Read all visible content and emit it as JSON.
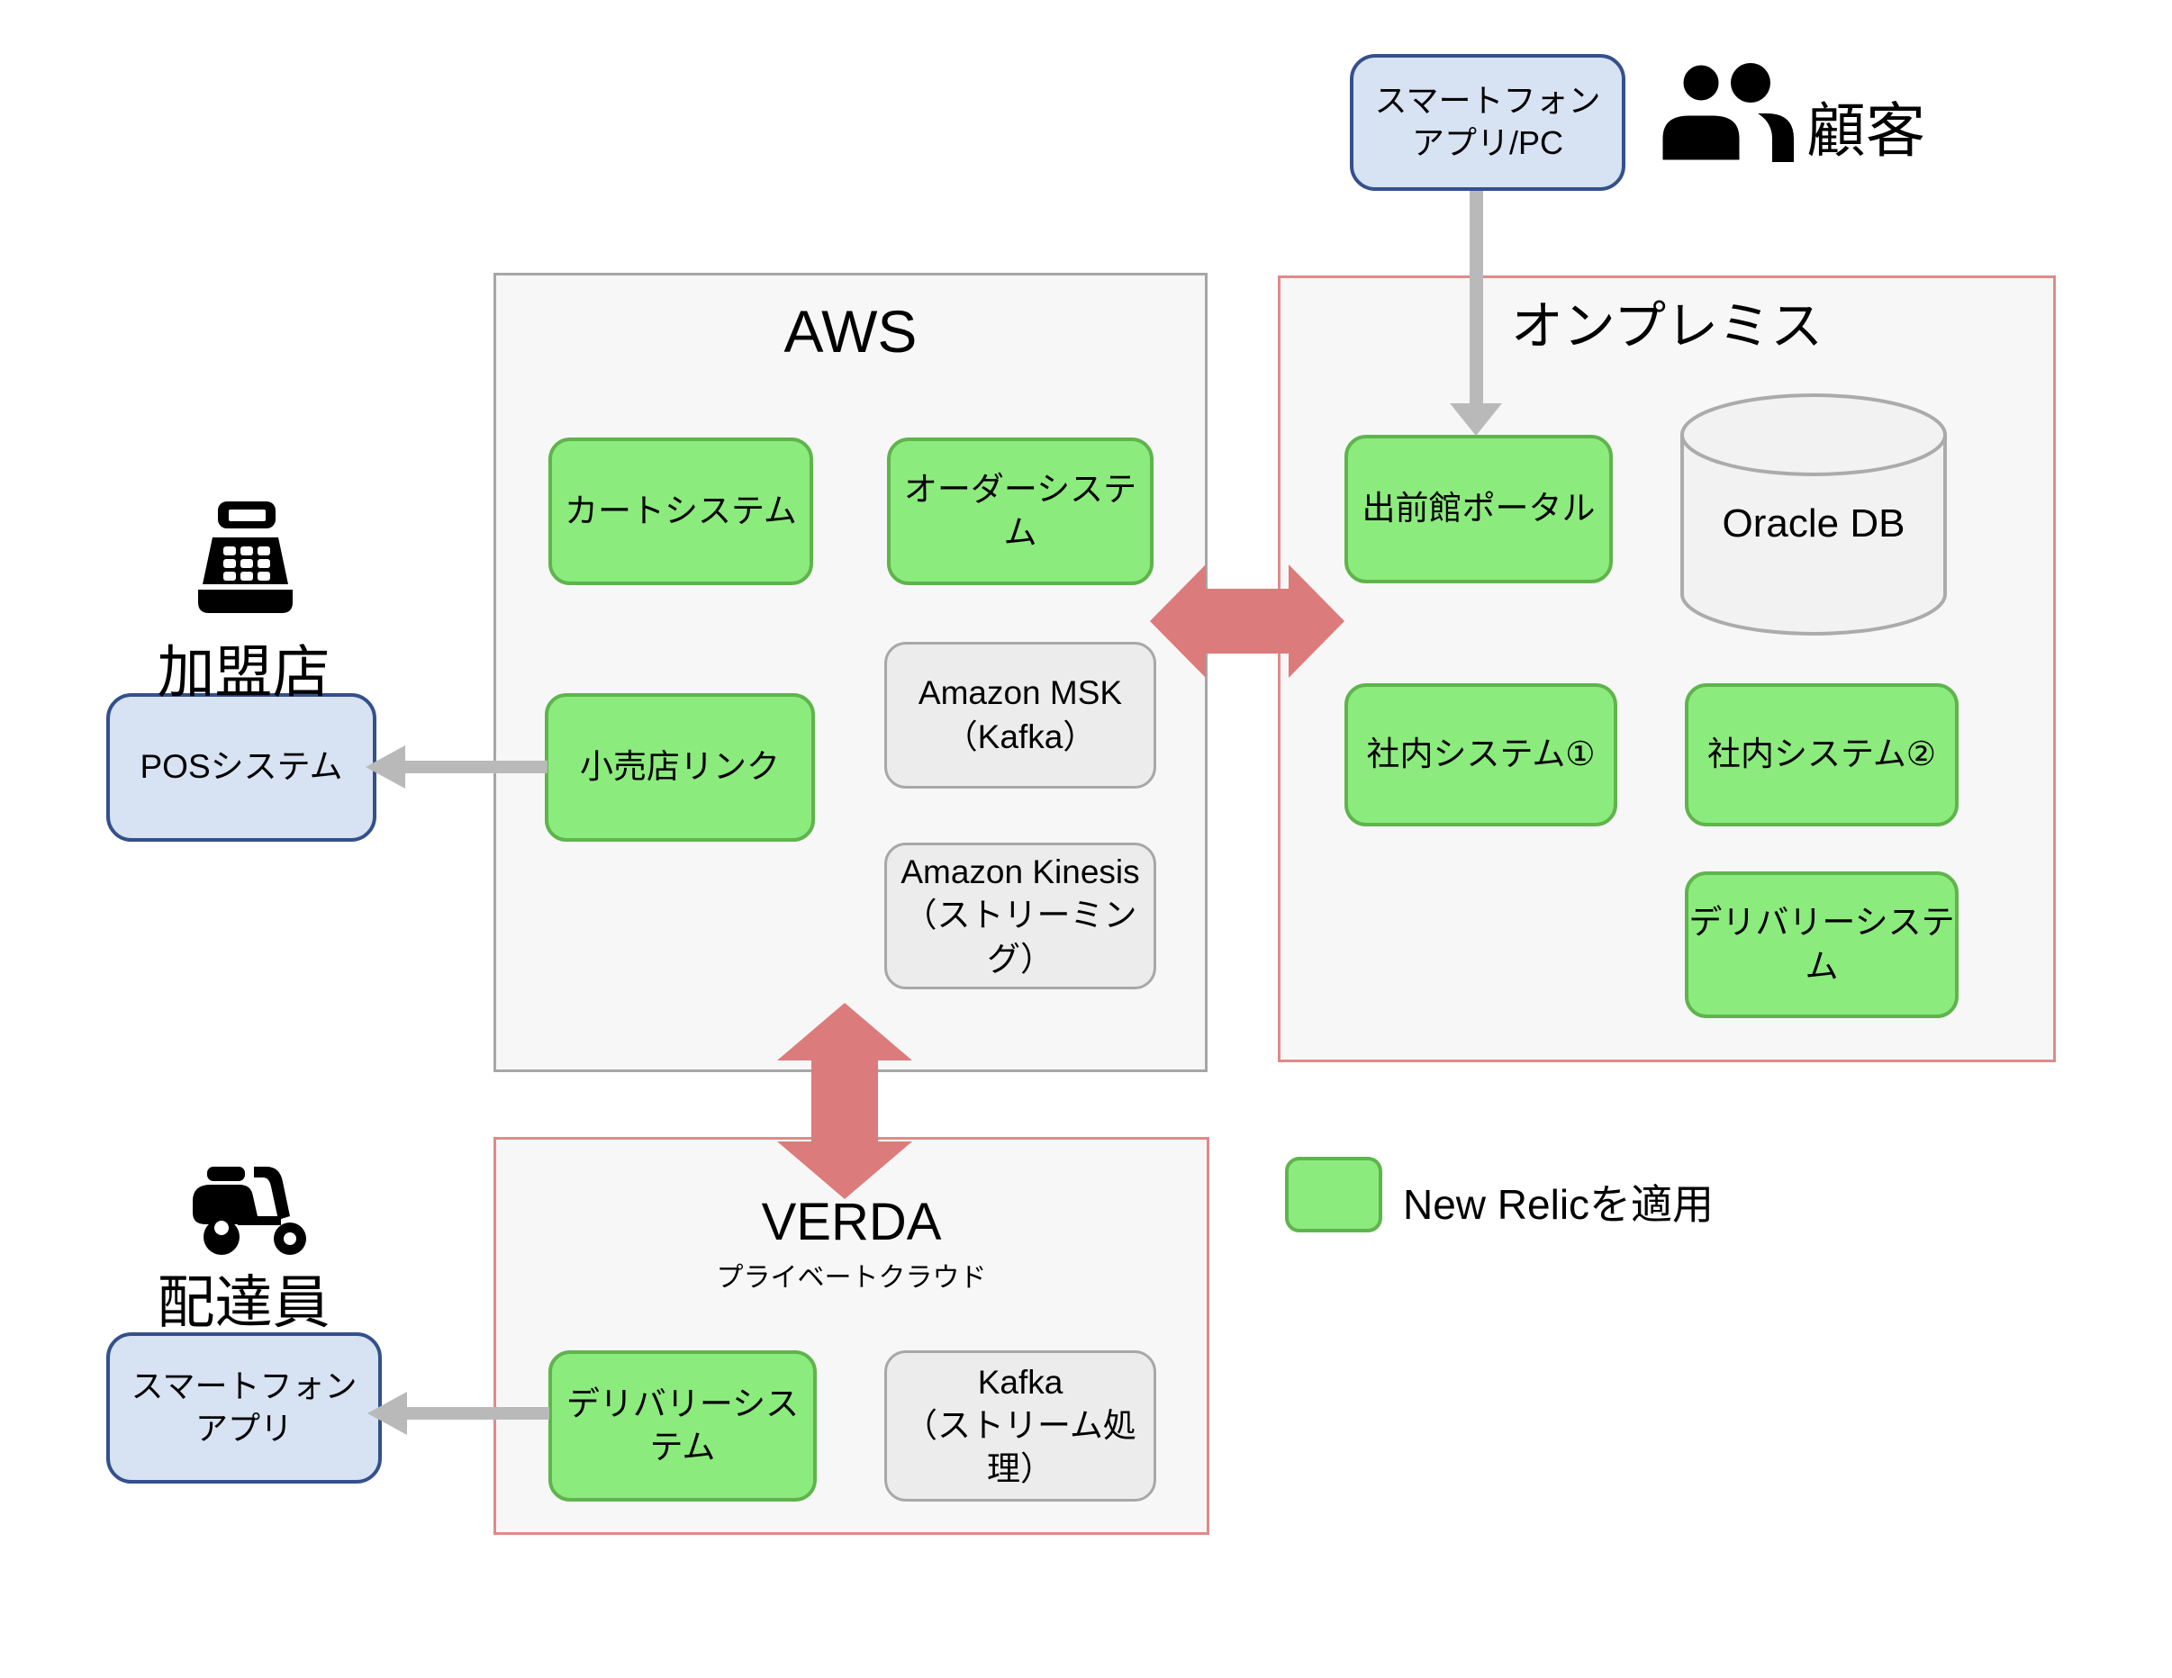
{
  "colors": {
    "node_green_fill": "#8CEB7D",
    "node_green_border": "#5FB44C",
    "node_gray_fill": "#ECECEC",
    "node_gray_border": "#A8A8A8",
    "node_blue_fill": "#D7E2F2",
    "node_blue_border": "#34508C",
    "container_fill": "#F7F7F7",
    "aws_border": "#A6A6A6",
    "pink_border": "#E08A8A",
    "red_arrow": "#DC7B7B",
    "gray_arrow": "#B9B9B9",
    "icon_black": "#000000"
  },
  "customer": {
    "label": "顧客",
    "device": {
      "line1": "スマートフォン",
      "line2": "アプリ/PC"
    }
  },
  "aws": {
    "title": "AWS",
    "cart": "カートシステム",
    "order": "オーダーシステム",
    "retail_link": "小売店リンク",
    "msk": {
      "line1": "Amazon MSK",
      "line2": "（Kafka）"
    },
    "kinesis": {
      "line1": "Amazon Kinesis",
      "line2": "（ストリーミング）"
    }
  },
  "onprem": {
    "title": "オンプレミス",
    "portal": "出前館ポータル",
    "oracle_db": "Oracle DB",
    "internal_system_1": "社内システム①",
    "internal_system_2": "社内システム②",
    "delivery_system": "デリバリーシステム"
  },
  "verda": {
    "title": "VERDA",
    "subtitle": "プライベートクラウド",
    "delivery_system": "デリバリーシステム",
    "kafka": {
      "line1": "Kafka",
      "line2": "（ストリーム処理）"
    }
  },
  "merchant": {
    "label": "加盟店",
    "pos": "POSシステム"
  },
  "courier": {
    "label": "配達員",
    "app": {
      "line1": "スマートフォン",
      "line2": "アプリ"
    }
  },
  "legend": {
    "label": "New Relicを適用"
  }
}
